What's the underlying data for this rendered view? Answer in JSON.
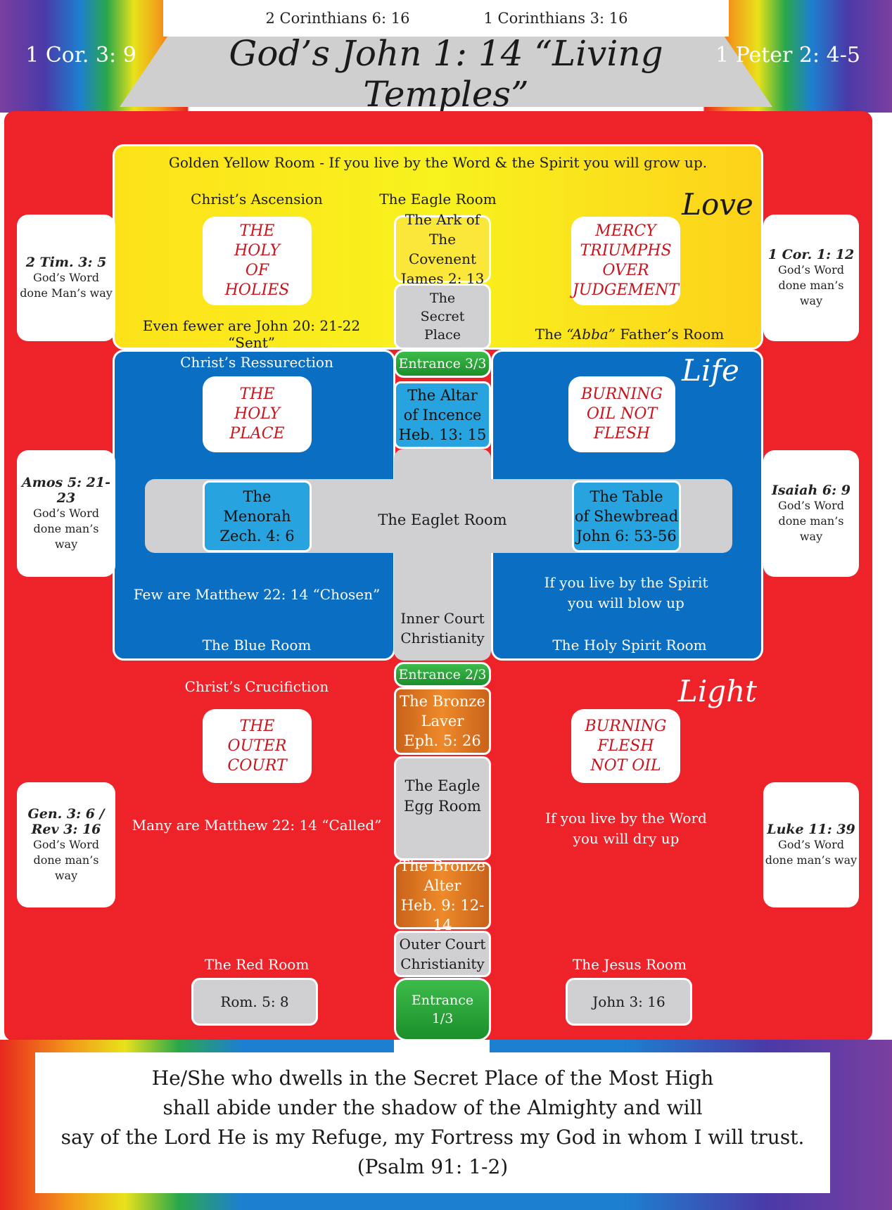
{
  "header": {
    "ref_top_left": "2 Corinthians 6: 16",
    "ref_top_right": "1 Corinthians 3: 16",
    "ref_left": "1 Cor. 3: 9",
    "ref_right": "1 Peter 2: 4-5",
    "title": "God’s John 1: 14 “Living Temples”"
  },
  "yellow_room": {
    "banner": "Golden Yellow Room - If you live by the Word & the Spirit you will grow up.",
    "left_heading": "Christ’s Ascension",
    "center_heading": "The Eagle Room",
    "word": "Love",
    "left_card": "THE\nHOLY\nOF\nHOLIES",
    "right_card": "MERCY\nTRIUMPHS\nOVER\nJUDGEMENT",
    "ark": "The Ark of\nThe Covenent\nJames 2: 13",
    "secret": "The\nSecret\nPlace",
    "left_footer": "Even fewer are John 20: 21-22 “Sent”",
    "right_footer_prefix": "The ",
    "right_footer_abba": "“Abba”",
    "right_footer_suffix": " Father’s Room"
  },
  "blue_room": {
    "entrance": "Entrance 3/3",
    "left_heading": "Christ’s Ressurection",
    "word": "Life",
    "left_card": "THE\nHOLY\nPLACE",
    "right_card": "BURNING\nOIL NOT\nFLESH",
    "altar": "The Altar\nof Incence\nHeb. 13: 15",
    "menorah": "The\nMenorah\nZech. 4: 6",
    "eaglet": "The Eaglet Room",
    "shewbread": "The Table\nof Shewbread\nJohn 6: 53-56",
    "left_text": "Few are Matthew 22: 14 “Chosen”",
    "right_text": "If you live by the Spirit\nyou will blow up",
    "inner_court": "Inner Court\nChristianity",
    "left_footer": "The Blue Room",
    "right_footer": "The Holy Spirit Room"
  },
  "red_room": {
    "entrance": "Entrance 2/3",
    "left_heading": "Christ’s Crucifiction",
    "word": "Light",
    "left_card": "THE\nOUTER\nCOURT",
    "right_card": "BURNING\nFLESH\nNOT OIL",
    "laver": "The Bronze\nLaver\nEph. 5: 26",
    "egg": "The Eagle\nEgg Room",
    "left_text": "Many are Matthew 22: 14 “Called”",
    "right_text": "If you live by the Word\nyou will dry up",
    "alter": "The Bronze\nAlter\nHeb. 9: 12-14",
    "outer_court": "Outer Court\nChristianity",
    "left_footer": "The Red Room",
    "right_footer": "The Jesus Room",
    "left_ref": "Rom. 5: 8",
    "right_ref": "John 3: 16",
    "entrance1": "Entrance\n1/3"
  },
  "side_cards": [
    {
      "ref": "2 Tim. 3: 5",
      "text": "God’s Word\ndone Man’s way"
    },
    {
      "ref": "1 Cor. 1: 12",
      "text": "God’s Word\ndone man’s\nway"
    },
    {
      "ref": "Amos 5: 21-23",
      "text": "God’s Word\ndone man’s\nway"
    },
    {
      "ref": "Isaiah 6: 9",
      "text": "God’s Word\ndone man’s\nway"
    },
    {
      "ref": "Gen. 3: 6 /\nRev 3: 16",
      "text": "God’s Word\ndone man’s\nway"
    },
    {
      "ref": "Luke 11: 39",
      "text": "God’s Word\ndone man’s way"
    }
  ],
  "footer": {
    "verse": "He/She who dwells in the Secret Place of the Most High\nshall abide under the shadow of the Almighty and will\nsay of the Lord He is my Refuge, my Fortress my God in whom I will trust.\n(Psalm 91: 1-2)"
  }
}
